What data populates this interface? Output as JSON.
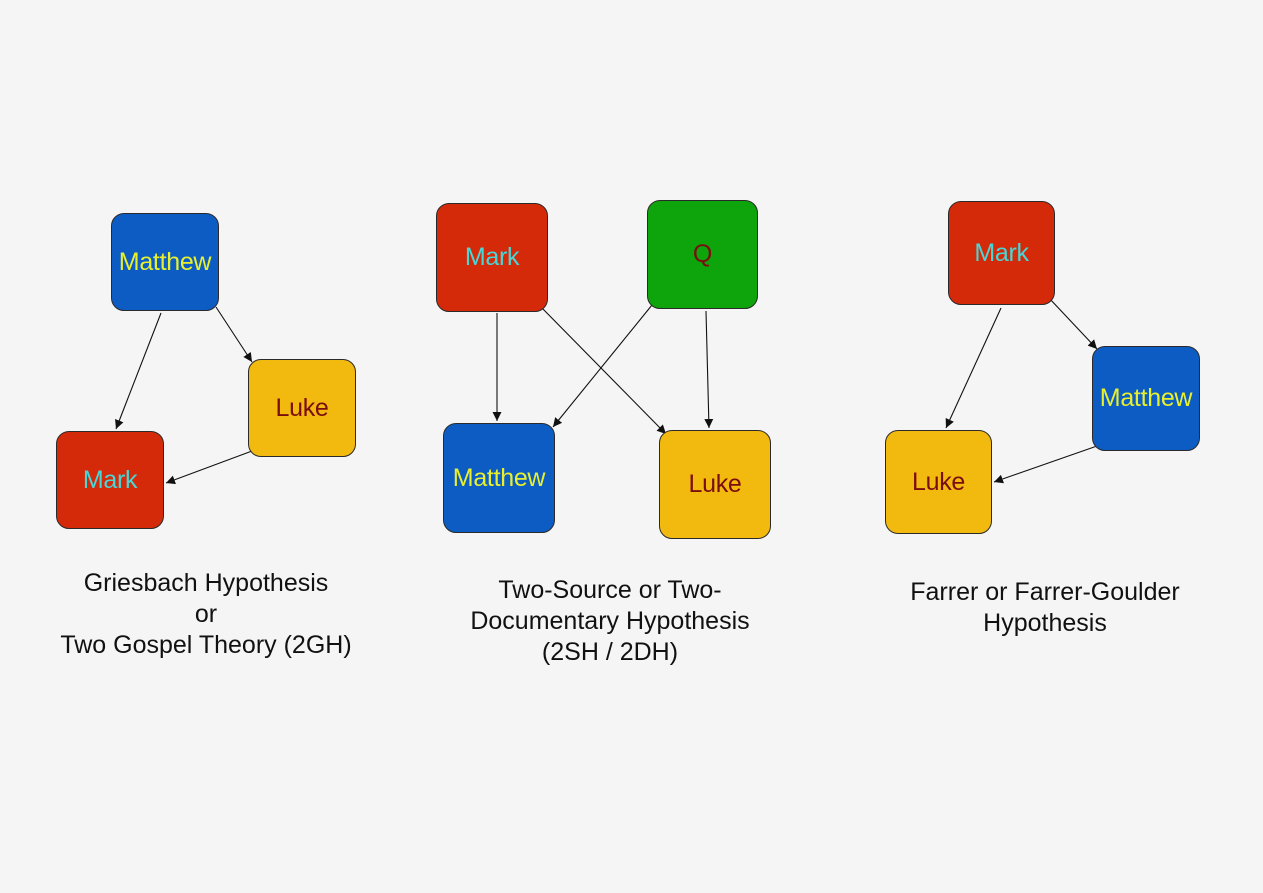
{
  "colors": {
    "background": "#f6f5f5",
    "red_node": "#d42a0a",
    "blue_node": "#0c5cc3",
    "yellow_node": "#f2b90f",
    "green_node": "#0ea40b",
    "cyan_text": "#48d6d6",
    "yellow_text": "#e8f02e",
    "darkred_text": "#7a0d0d",
    "edge": "#111111"
  },
  "diagrams": [
    {
      "caption": [
        "Griesbach Hypothesis",
        "or",
        "Two Gospel Theory (2GH)"
      ],
      "nodes": [
        {
          "id": "matthew",
          "label": "Matthew",
          "fill": "blue_node",
          "text": "yellow_text"
        },
        {
          "id": "luke",
          "label": "Luke",
          "fill": "yellow_node",
          "text": "darkred_text"
        },
        {
          "id": "mark",
          "label": "Mark",
          "fill": "red_node",
          "text": "cyan_text"
        }
      ],
      "edges": [
        [
          "matthew",
          "luke"
        ],
        [
          "matthew",
          "mark"
        ],
        [
          "luke",
          "mark"
        ]
      ]
    },
    {
      "caption": [
        "Two-Source or Two-",
        "Documentary Hypothesis",
        "(2SH / 2DH)"
      ],
      "nodes": [
        {
          "id": "mark",
          "label": "Mark",
          "fill": "red_node",
          "text": "cyan_text"
        },
        {
          "id": "q",
          "label": "Q",
          "fill": "green_node",
          "text": "darkred_text"
        },
        {
          "id": "matthew",
          "label": "Matthew",
          "fill": "blue_node",
          "text": "yellow_text"
        },
        {
          "id": "luke",
          "label": "Luke",
          "fill": "yellow_node",
          "text": "darkred_text"
        }
      ],
      "edges": [
        [
          "mark",
          "matthew"
        ],
        [
          "mark",
          "luke"
        ],
        [
          "q",
          "matthew"
        ],
        [
          "q",
          "luke"
        ]
      ]
    },
    {
      "caption": [
        "Farrer or Farrer-Goulder",
        "Hypothesis"
      ],
      "nodes": [
        {
          "id": "mark",
          "label": "Mark",
          "fill": "red_node",
          "text": "cyan_text"
        },
        {
          "id": "matthew",
          "label": "Matthew",
          "fill": "blue_node",
          "text": "yellow_text"
        },
        {
          "id": "luke",
          "label": "Luke",
          "fill": "yellow_node",
          "text": "darkred_text"
        }
      ],
      "edges": [
        [
          "mark",
          "matthew"
        ],
        [
          "mark",
          "luke"
        ],
        [
          "matthew",
          "luke"
        ]
      ]
    }
  ]
}
